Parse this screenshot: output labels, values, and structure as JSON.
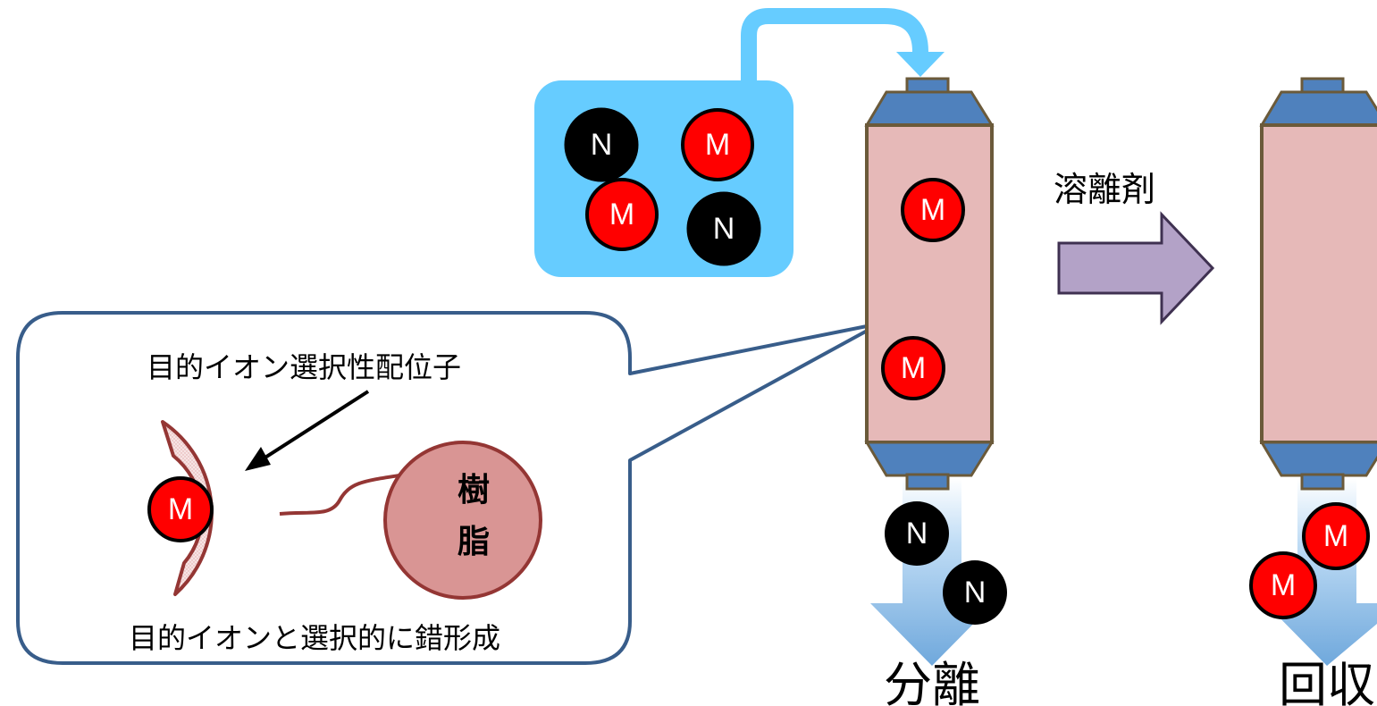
{
  "labels": {
    "eluent": "溶離剤",
    "separation": "分離",
    "recovery": "回収",
    "ligand": "目的イオン選択性配位子",
    "complex": "目的イオンと選択的に錯形成",
    "resin_line1": "樹",
    "resin_line2": "脂"
  },
  "ions": {
    "target": "M",
    "other": "N"
  },
  "colors": {
    "target_ion": "#ff0000",
    "other_ion": "#000000",
    "resin": "#d99594",
    "column_body": "#e6b9b8",
    "column_cap": "#4f81bd",
    "sample_box": "#66ccff",
    "flow_arrow": "#9dc3e6",
    "eluent_arrow": "#b3a2c7",
    "callout_border": "#385d8a"
  }
}
